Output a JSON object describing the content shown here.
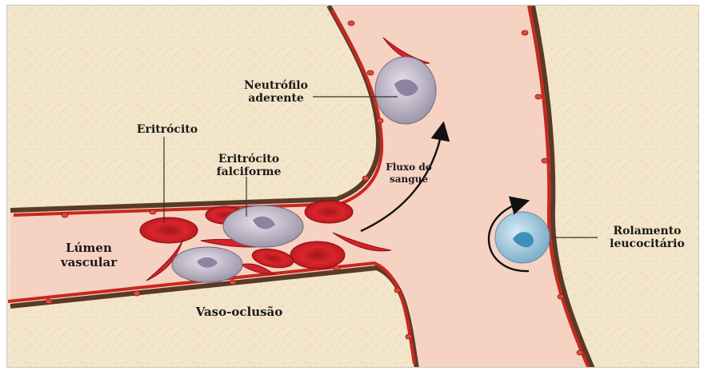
{
  "labels": {
    "neutrophil_line1": "Neutrófilo",
    "neutrophil_line2": "aderente",
    "erythrocyte": "Eritrócito",
    "sickle_line1": "Eritrócito",
    "sickle_line2": "falciforme",
    "flow_line1": "Fluxo do",
    "flow_line2": "sangue",
    "lumen_line1": "Lúmen",
    "lumen_line2": "vascular",
    "vaso_occlusion": "Vaso-oclusão",
    "rolling_line1": "Rolamento",
    "rolling_line2": "leucocitário"
  },
  "colors": {
    "tissue": "#f3e5c9",
    "lumen": "#f6d2c2",
    "endothelium": "#c8281e",
    "vessel_edge": "#5a3a26",
    "rbc": "#d2242a",
    "leukocyte": "#b9b3c4",
    "rolling_cell": "#a8cbe0",
    "rolling_nucleus": "#3f90b8",
    "arrow": "#111111"
  }
}
